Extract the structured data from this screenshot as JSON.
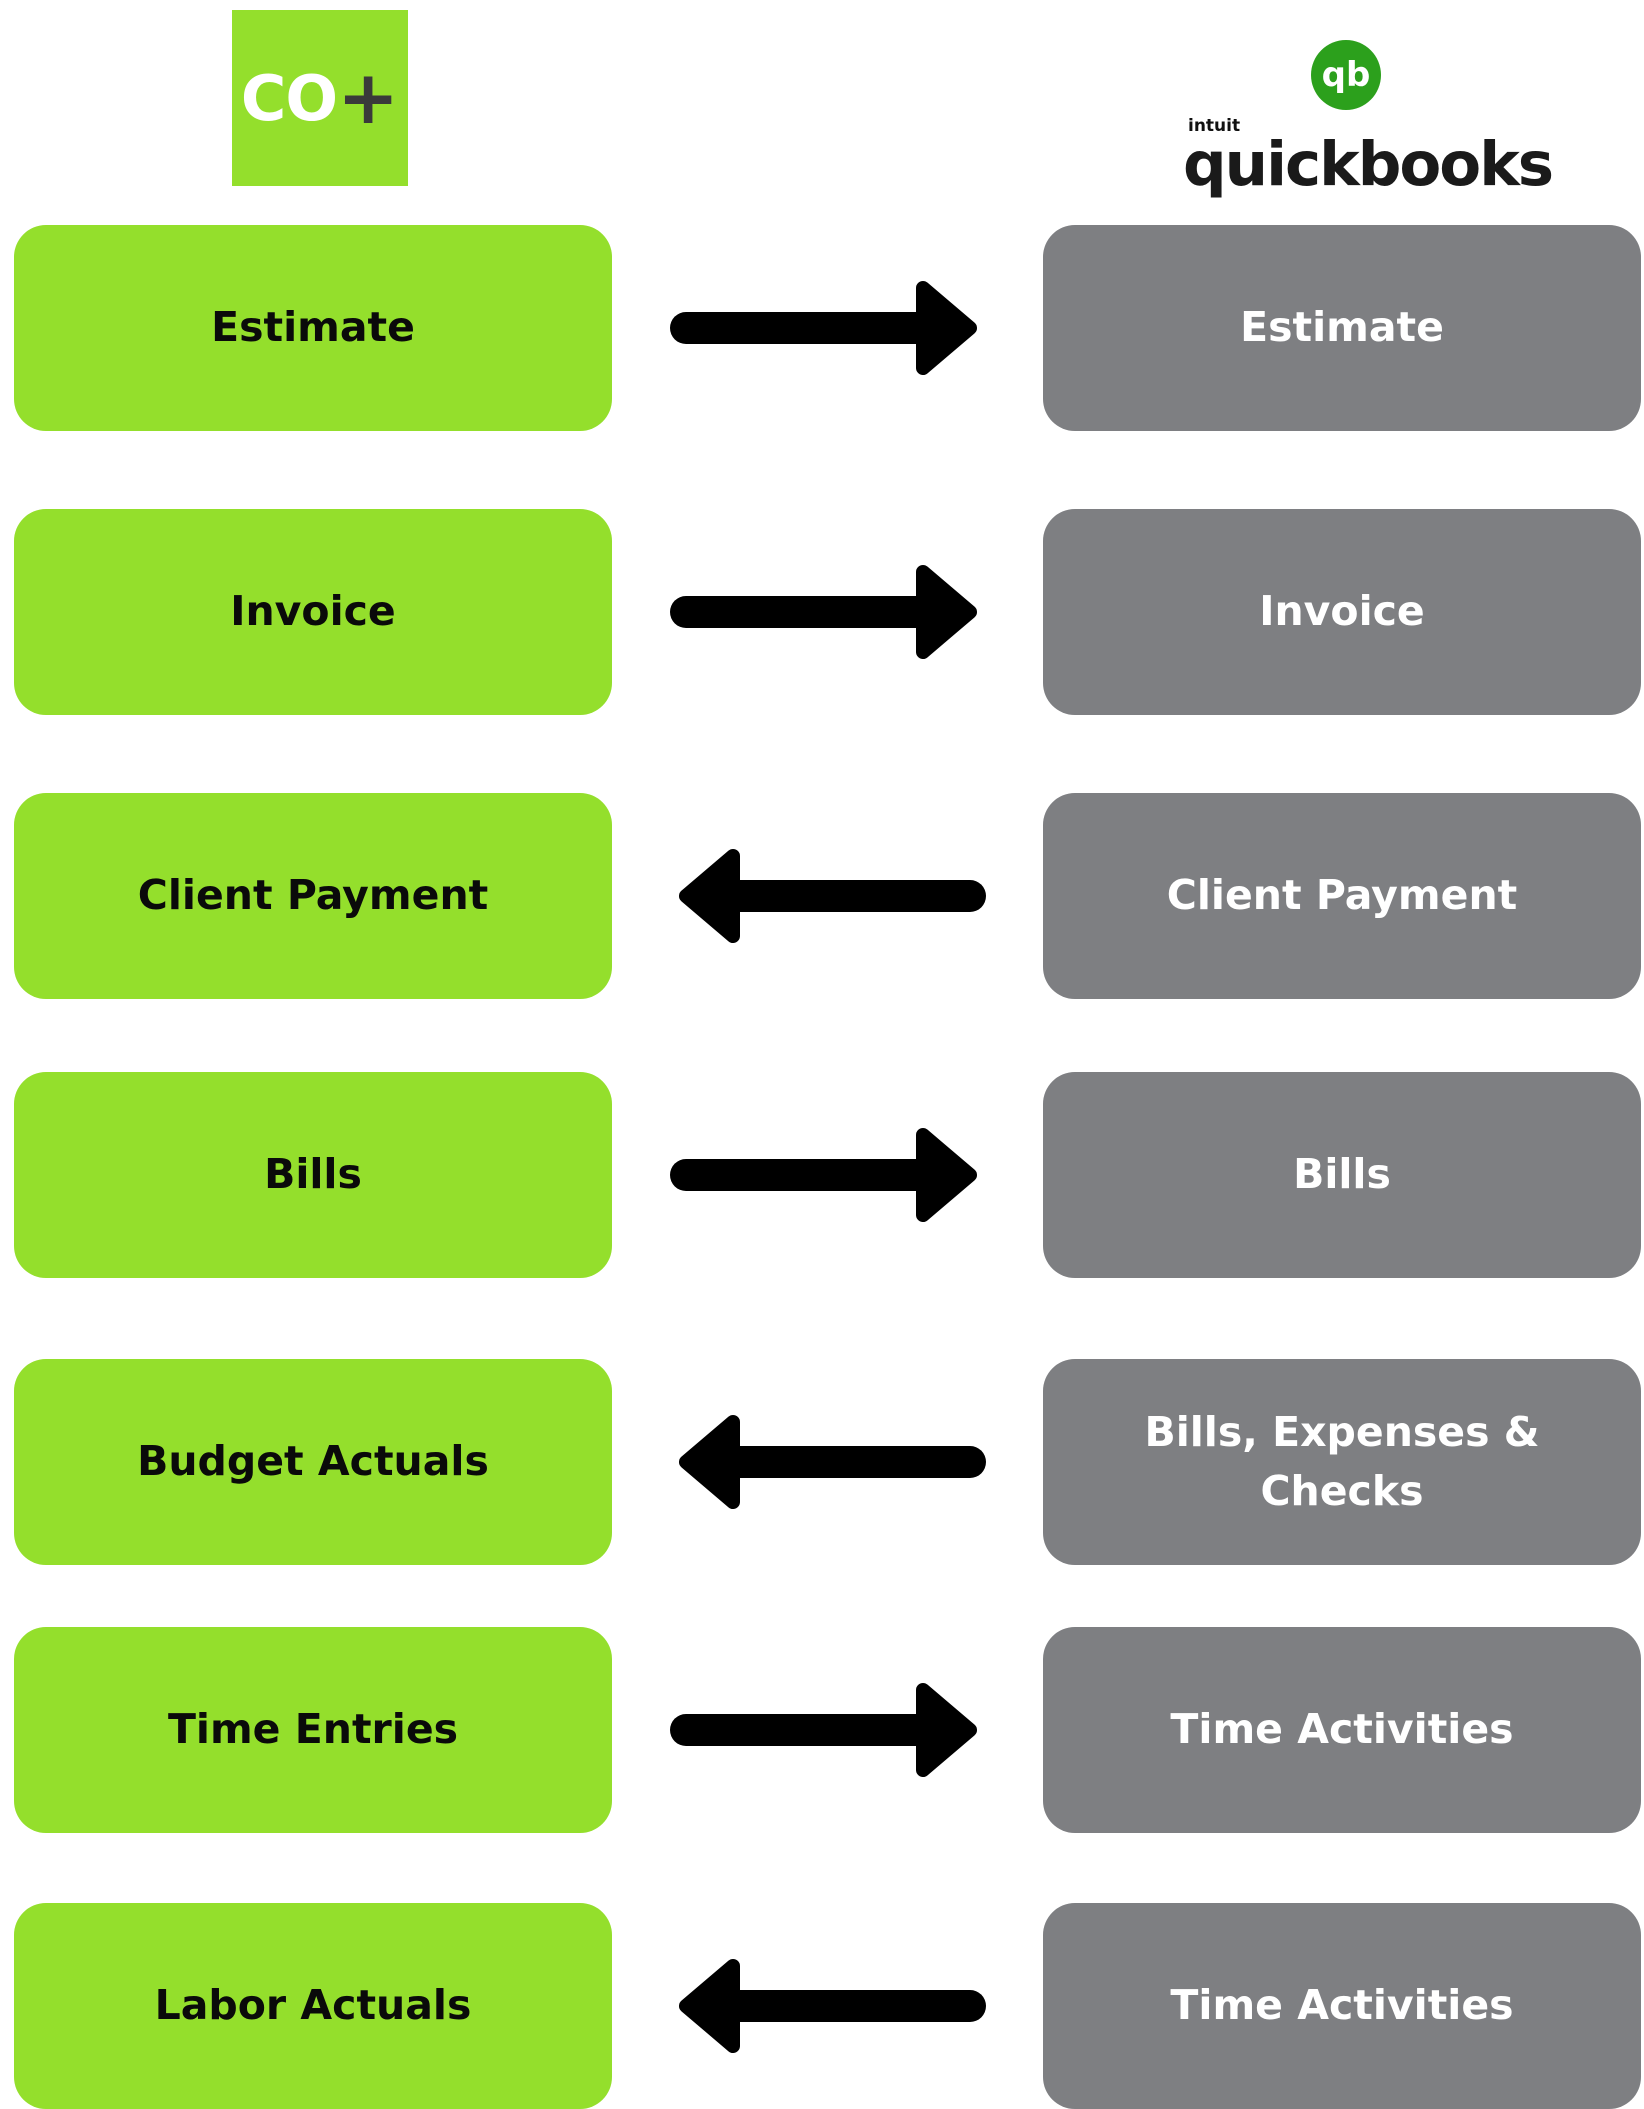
{
  "header": {
    "left_logo": {
      "text": "CO",
      "plus": "+",
      "color": "#94df2c"
    },
    "right_logo": {
      "icon_text": "qb",
      "small_text": "intuit",
      "word": "quickbooks",
      "icon_color": "#2ca01c"
    }
  },
  "colors": {
    "left_box": "#94df2c",
    "right_box": "#7e7f82",
    "arrow": "#000000"
  },
  "rows": [
    {
      "left": "Estimate",
      "right": "Estimate",
      "direction": "right"
    },
    {
      "left": "Invoice",
      "right": "Invoice",
      "direction": "right"
    },
    {
      "left": "Client Payment",
      "right": "Client Payment",
      "direction": "left"
    },
    {
      "left": "Bills",
      "right": "Bills",
      "direction": "right"
    },
    {
      "left": "Budget Actuals",
      "right": "Bills, Expenses & Checks",
      "direction": "left"
    },
    {
      "left": "Time Entries",
      "right": "Time Activities",
      "direction": "right"
    },
    {
      "left": "Labor Actuals",
      "right": "Time Activities",
      "direction": "left"
    }
  ]
}
